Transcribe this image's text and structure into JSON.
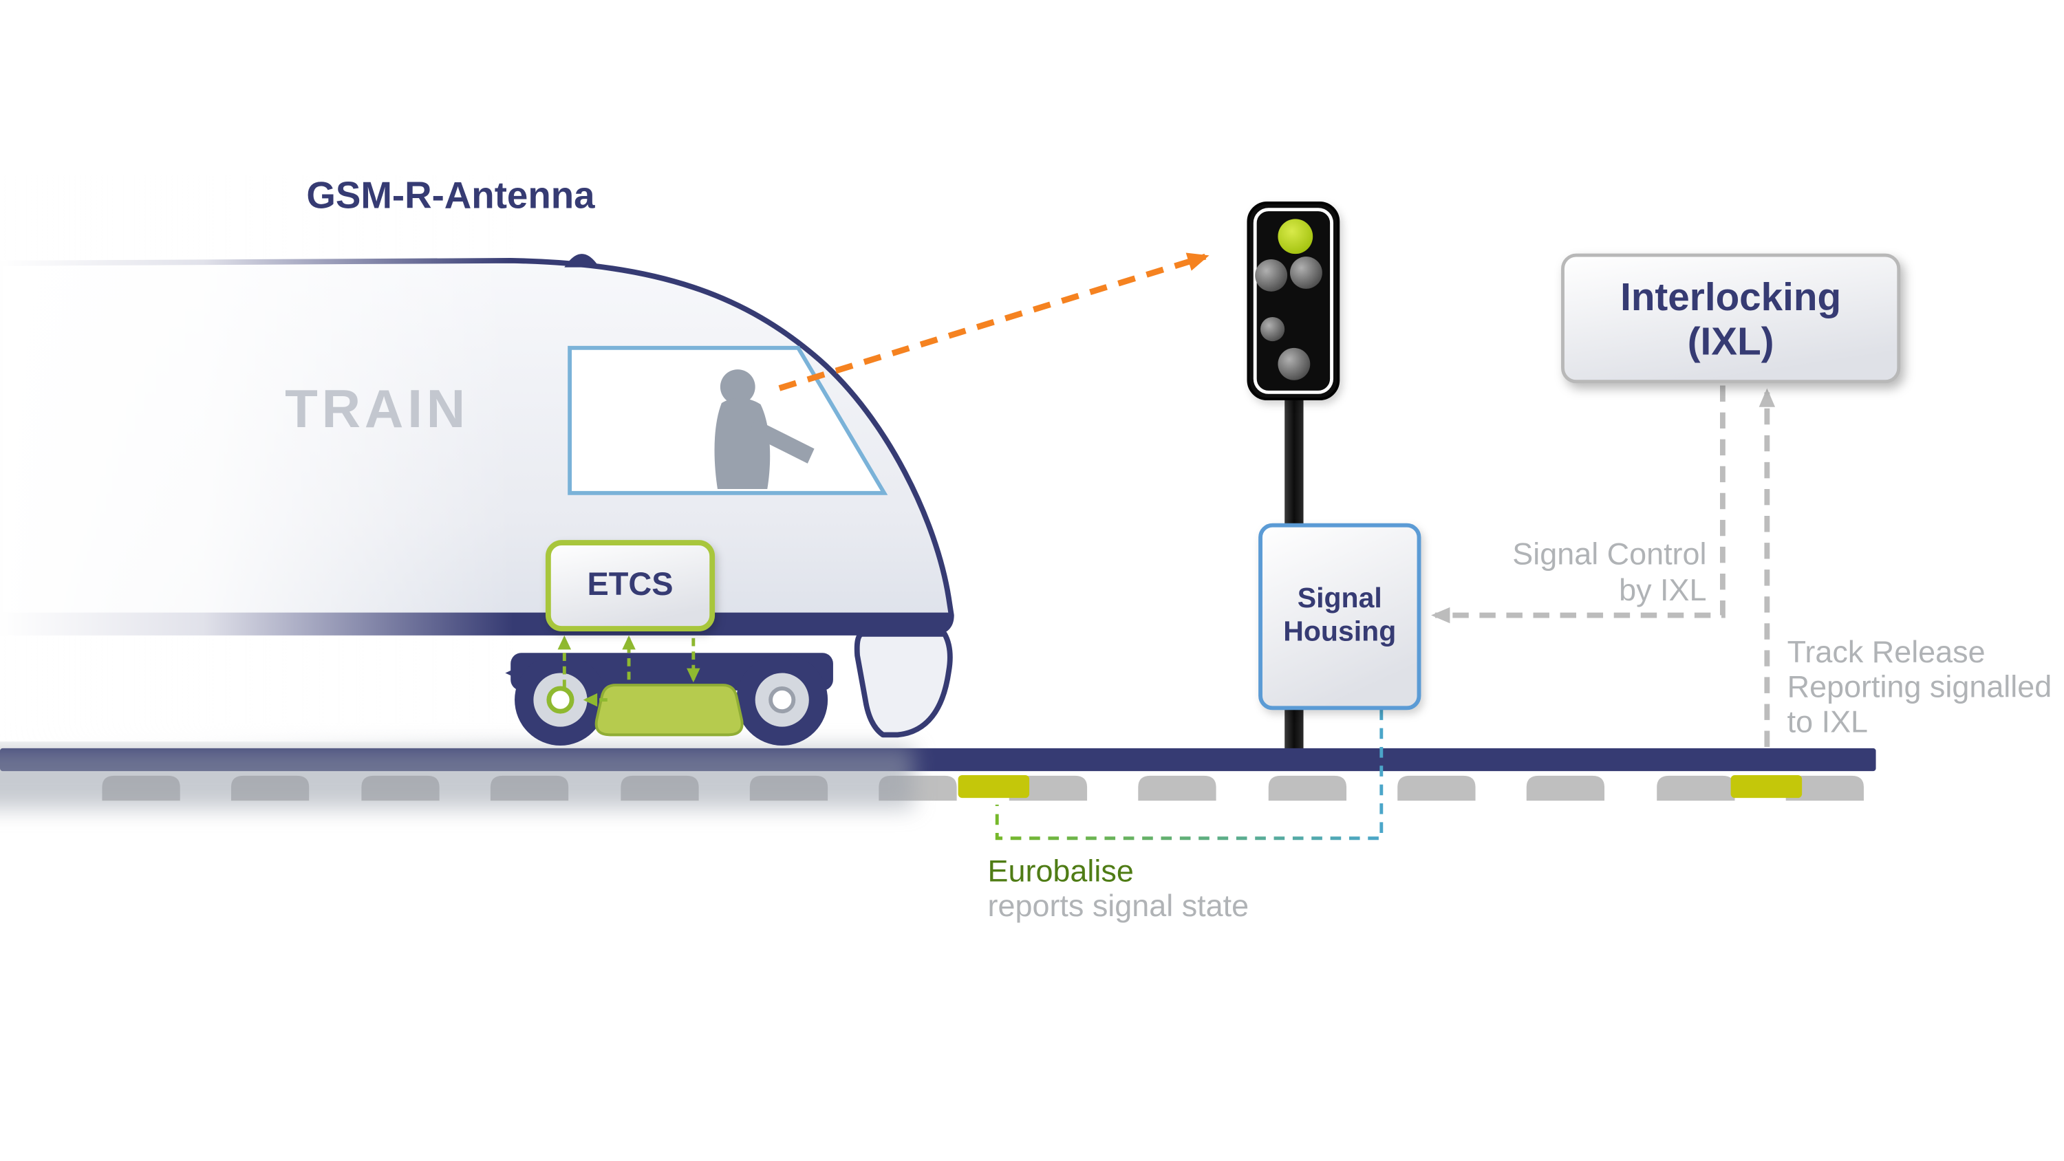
{
  "labels": {
    "gsm_r_antenna": "GSM-R-Antenna",
    "train": "TRAIN",
    "etcs": "ETCS",
    "signal_housing": {
      "line1": "Signal",
      "line2": "Housing"
    },
    "interlocking": {
      "line1": "Interlocking",
      "line2": "(IXL)"
    },
    "signal_control": {
      "line1": "Signal Control",
      "line2": "by IXL"
    },
    "track_release": {
      "line1": "Track Release",
      "line2": "Reporting signalled",
      "line3": "to IXL"
    },
    "eurobalise": "Eurobalise",
    "eurobalise_note": "reports signal state"
  },
  "colors": {
    "navy": "#363b73",
    "train_text": "#c3c7cf",
    "green_line": "#8fb930",
    "green_fill": "#b6cb4e",
    "etcs_border": "#a8c63c",
    "balise_yellow": "#c4c70a",
    "orange": "#f58220",
    "gray_line": "#bcbcbc",
    "gray_text": "#b0b3b6",
    "housing_blue": "#5b9bd5",
    "green_text": "#4f7c15",
    "sleeper": "#bfbfbf",
    "signal_black": "#111111"
  }
}
